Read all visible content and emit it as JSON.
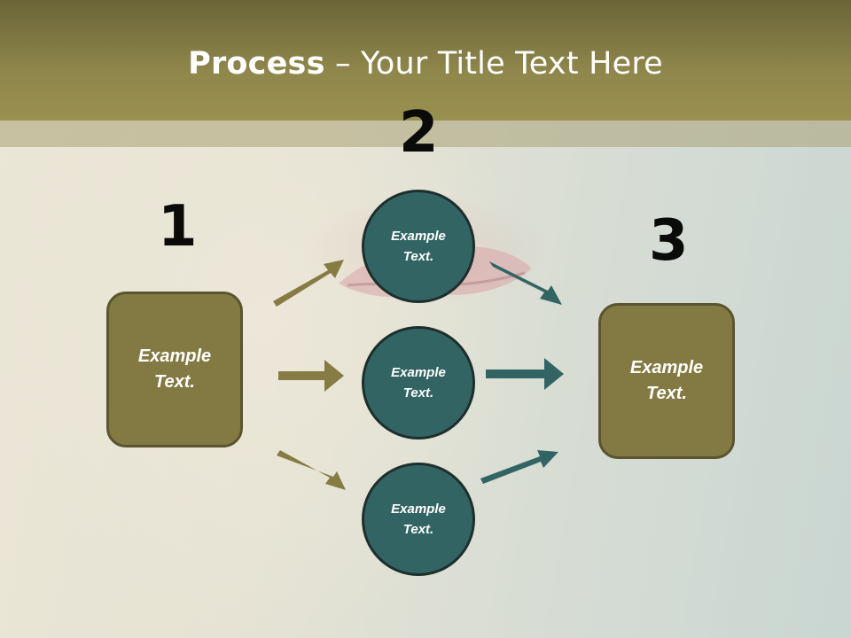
{
  "slide": {
    "title_bold": "Process",
    "title_rest": " – Your Title Text Here"
  },
  "steps": [
    {
      "number": "1",
      "label": "Example\nText."
    },
    {
      "number": "2",
      "labels": [
        "Example\nText.",
        "Example\nText.",
        "Example\nText."
      ]
    },
    {
      "number": "3",
      "label": "Example\nText."
    }
  ],
  "colors": {
    "header": "#8f874b",
    "box_fill": "#837a43",
    "circle_fill": "#336464",
    "olive_arrow": "#857b43",
    "teal_arrow": "#336464"
  }
}
